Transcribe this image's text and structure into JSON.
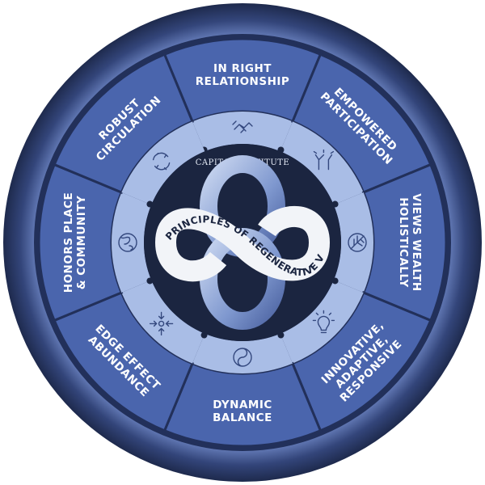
{
  "brand": "CAPITAL INSTITUTE",
  "title": "PRINCIPLES OF REGENERATIVE VITALITY",
  "colors": {
    "outer_ring": "#2c3a63",
    "segment": "#4a65ad",
    "inner_band": "#a9bde6",
    "center": "#1b2540",
    "ribbon": "#f2f4f8",
    "loop": "#8fa7d8"
  },
  "segments": [
    {
      "lines": [
        "IN RIGHT",
        "RELATIONSHIP"
      ],
      "icon": "handshake-icon"
    },
    {
      "lines": [
        "EMPOWERED",
        "PARTICIPATION"
      ],
      "icon": "raised-hands-icon"
    },
    {
      "lines": [
        "VIEWS WEALTH",
        "HOLISTICALLY"
      ],
      "icon": "leaf-icon"
    },
    {
      "lines": [
        "INNOVATIVE,",
        "ADAPTIVE,",
        "RESPONSIVE"
      ],
      "icon": "lightbulb-icon"
    },
    {
      "lines": [
        "DYNAMIC",
        "BALANCE"
      ],
      "icon": "yin-yang-icon"
    },
    {
      "lines": [
        "EDGE EFFECT",
        "ABUNDANCE"
      ],
      "icon": "converging-arrows-icon"
    },
    {
      "lines": [
        "HONORS PLACE",
        "& COMMUNITY"
      ],
      "icon": "globe-icon"
    },
    {
      "lines": [
        "ROBUST",
        "CIRCULATION"
      ],
      "icon": "recycle-arrows-icon"
    }
  ]
}
